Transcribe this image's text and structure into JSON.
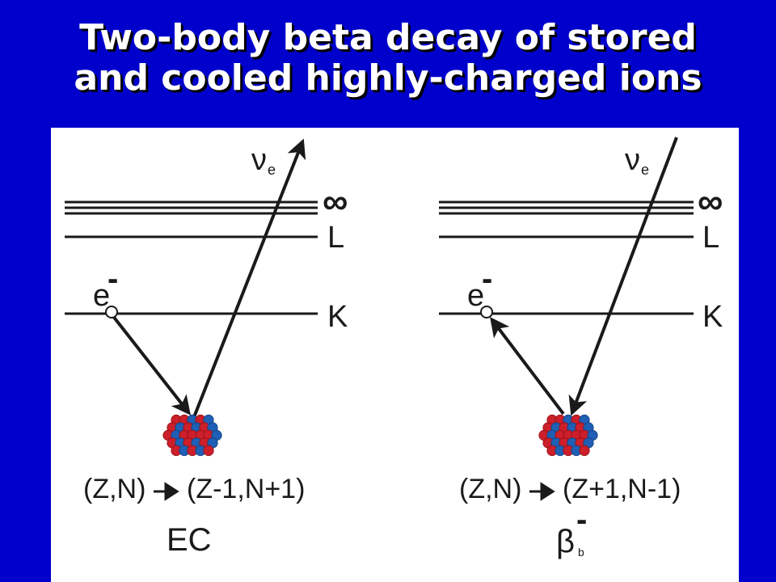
{
  "slide": {
    "title_line1": "Two-body beta decay of stored",
    "title_line2": "and cooled highly-charged ions"
  },
  "diagram": {
    "levels": {
      "infinity": "∞",
      "L": "L",
      "K": "K"
    },
    "neutrino_symbol": "ν",
    "neutrino_sub": "e",
    "electron": "e",
    "electron_charge": "-",
    "left": {
      "initial": "(Z,N)",
      "final": "(Z-1,N+1)",
      "process": "EC"
    },
    "right": {
      "initial": "(Z,N)",
      "final": "(Z+1,N-1)",
      "process_symbol": "β",
      "process_sup": "-",
      "process_sub": "b"
    },
    "colors": {
      "background": "#0000cc",
      "proton": "#cc1f2a",
      "neutron": "#1f5fb5",
      "lines": "#1a1a1a"
    }
  }
}
